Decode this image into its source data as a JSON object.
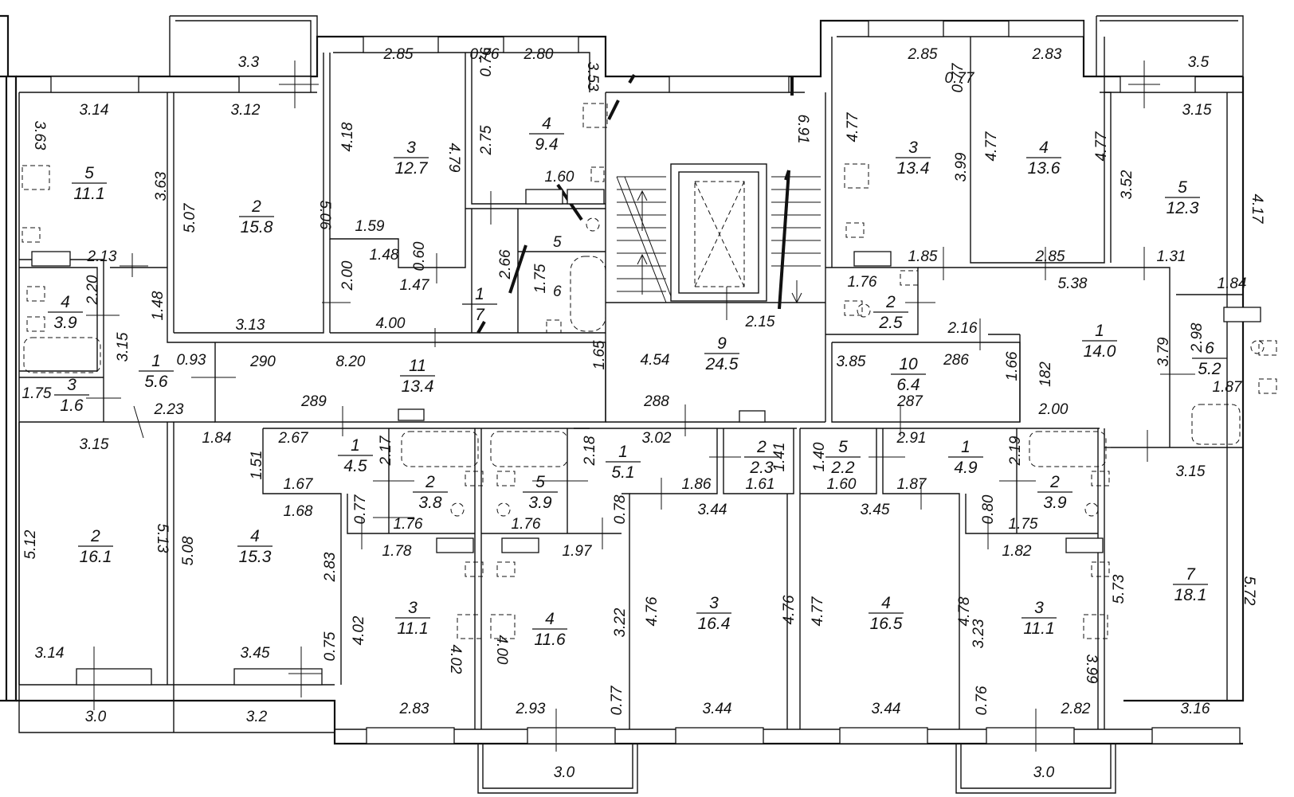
{
  "plan": {
    "rooms": [
      {
        "num": "5",
        "area": "11.1"
      },
      {
        "num": "2",
        "area": "15.8"
      },
      {
        "num": "3",
        "area": "12.7"
      },
      {
        "num": "4",
        "area": "9.4"
      },
      {
        "num": "4",
        "area": "3.9"
      },
      {
        "num": "1",
        "area": "5.6"
      },
      {
        "num": "3",
        "area": "1.6"
      },
      {
        "num": "1",
        "area": "7"
      },
      {
        "num": "11",
        "area": "13.4"
      },
      {
        "num": "9",
        "area": "24.5"
      },
      {
        "num": "3",
        "area": "13.4"
      },
      {
        "num": "4",
        "area": "13.6"
      },
      {
        "num": "5",
        "area": "12.3"
      },
      {
        "num": "2",
        "area": "2.5"
      },
      {
        "num": "1",
        "area": "14.0"
      },
      {
        "num": "6",
        "area": "5.2"
      },
      {
        "num": "10",
        "area": "6.4"
      },
      {
        "num": "2",
        "area": "16.1"
      },
      {
        "num": "4",
        "area": "15.3"
      },
      {
        "num": "1",
        "area": "4.5"
      },
      {
        "num": "2",
        "area": "3.8"
      },
      {
        "num": "5",
        "area": "3.9"
      },
      {
        "num": "1",
        "area": "5.1"
      },
      {
        "num": "2",
        "area": "2.3"
      },
      {
        "num": "5",
        "area": "2.2"
      },
      {
        "num": "1",
        "area": "4.9"
      },
      {
        "num": "2",
        "area": "3.9"
      },
      {
        "num": "3",
        "area": "11.1"
      },
      {
        "num": "4",
        "area": "11.6"
      },
      {
        "num": "3",
        "area": "16.4"
      },
      {
        "num": "4",
        "area": "16.5"
      },
      {
        "num": "3",
        "area": "11.1"
      },
      {
        "num": "7",
        "area": "18.1"
      }
    ],
    "numbers": [
      "5",
      "6"
    ],
    "dims_h": [
      "3.3",
      "3.14",
      "3.12",
      "2.85",
      "0.76",
      "2.80",
      "2.85",
      "0.77",
      "2.83",
      "3.5",
      "3.15",
      "2.13",
      "1.59",
      "1.48",
      "1.60",
      "1.85",
      "2.85",
      "1.31",
      "1.84",
      "1.76",
      "5.38",
      "1.47",
      "3.13",
      "4.00",
      "2.16",
      "0.93",
      "290",
      "8.20",
      "3.85",
      "286",
      "1.75",
      "2.23",
      "289",
      "288",
      "287",
      "2.00",
      "3.15",
      "1.84",
      "2.67",
      "3.02",
      "2.91",
      "3.15",
      "1.67",
      "1.68",
      "1.86",
      "1.61",
      "1.60",
      "1.87",
      "1.76",
      "1.76",
      "3.44",
      "3.45",
      "1.75",
      "1.78",
      "1.97",
      "1.82",
      "3.14",
      "3.45",
      "2.83",
      "2.93",
      "3.44",
      "3.44",
      "2.82",
      "3.16",
      "3.0",
      "3.2",
      "3.0",
      "3.0",
      "1.87",
      "2.15"
    ],
    "dims_v": [
      "3.63",
      "3.63",
      "5.07",
      "5.06",
      "4.18",
      "4.79",
      "0.60",
      "2.00",
      "0.76",
      "3.53",
      "2.75",
      "2.66",
      "1.75",
      "6.91",
      "4.77",
      "0.77",
      "3.99",
      "4.77",
      "4.77",
      "3.52",
      "4.17",
      "2.20",
      "1.48",
      "3.15",
      "1.65",
      "4.54",
      "1.66",
      "182",
      "3.79",
      "2.98",
      "5.12",
      "5.13",
      "5.08",
      "1.51",
      "2.17",
      "2.18",
      "2.19",
      "1.41",
      "1.40",
      "0.77",
      "0.78",
      "0.80",
      "2.83",
      "4.02",
      "4.02",
      "3.22",
      "4.00",
      "4.76",
      "4.76",
      "4.77",
      "4.78",
      "3.23",
      "3.99",
      "5.73",
      "5.72",
      "0.75",
      "0.77",
      "0.76"
    ]
  }
}
